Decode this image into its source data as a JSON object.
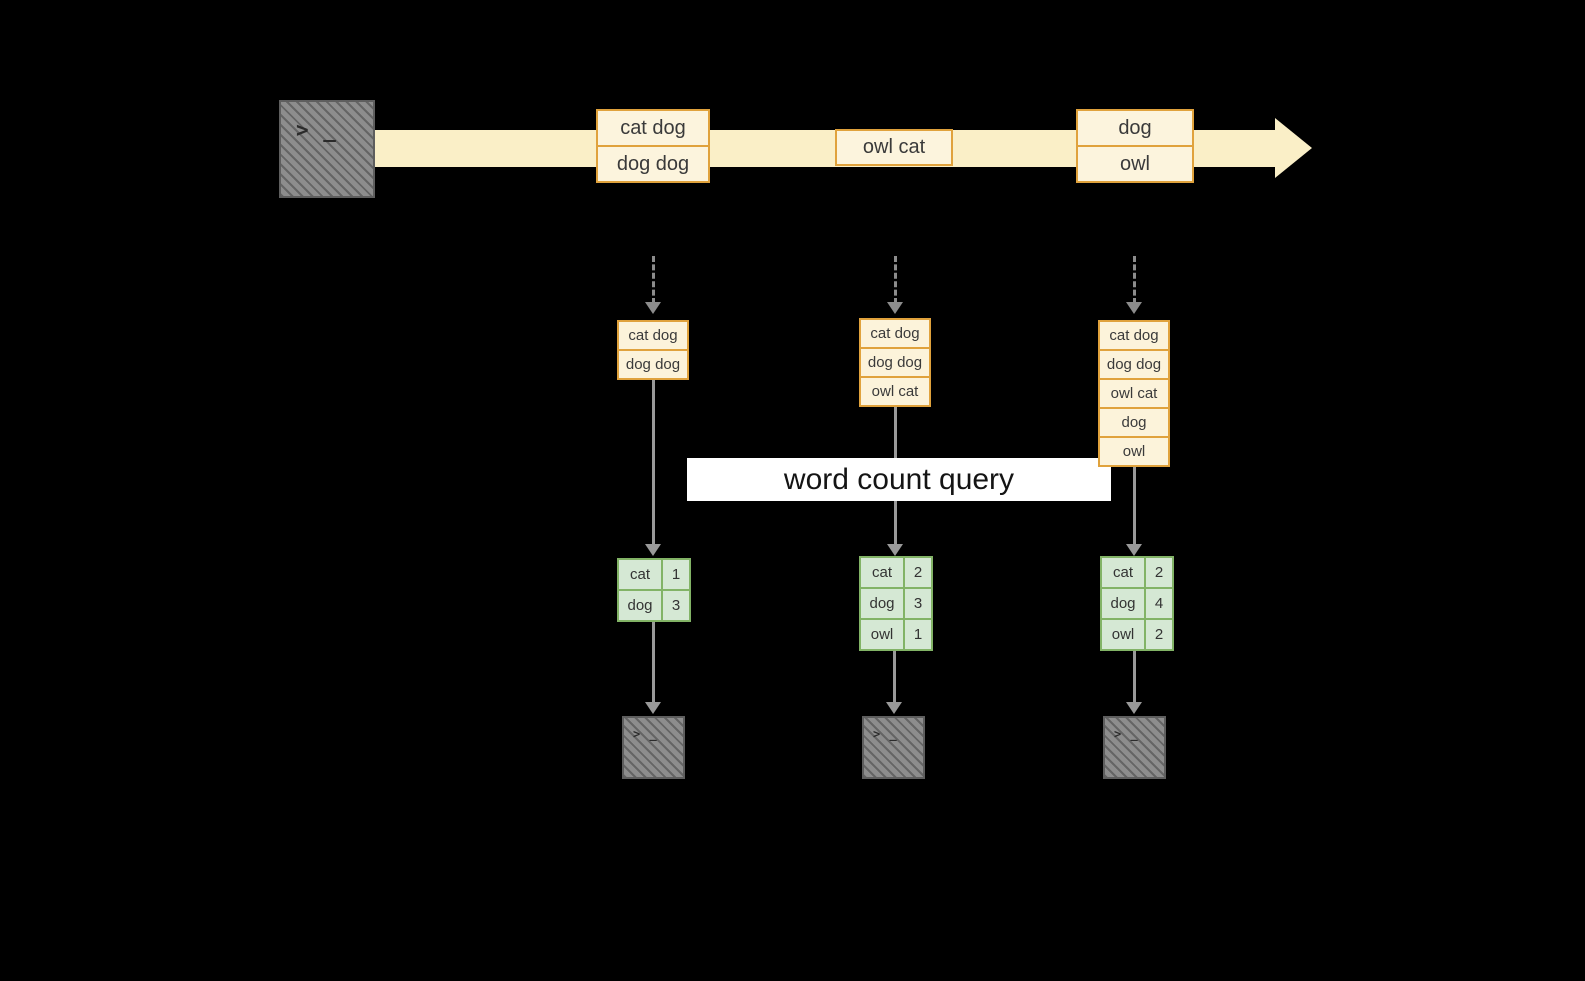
{
  "colors": {
    "background": "#000000",
    "stream_fill": "#faefc7",
    "event_border": "#e0a23c",
    "event_fill": "#fcf4dd",
    "table_border": "#82b366",
    "table_fill": "#d5e8d4",
    "arrow_gray": "#999999",
    "banner_bg": "#ffffff",
    "terminal_fill": "#8d8d8d"
  },
  "icons": {
    "prompt": "> _"
  },
  "stream": {
    "events": [
      {
        "lines": [
          "cat dog",
          "dog dog"
        ]
      },
      {
        "lines": [
          "owl cat"
        ]
      },
      {
        "lines": [
          "dog",
          "owl"
        ]
      }
    ]
  },
  "states": [
    {
      "items": [
        "cat dog",
        "dog dog"
      ]
    },
    {
      "items": [
        "cat dog",
        "dog dog",
        "owl cat"
      ]
    },
    {
      "items": [
        "cat dog",
        "dog dog",
        "owl cat",
        "dog",
        "owl"
      ]
    }
  ],
  "banner": {
    "label": "word count query"
  },
  "results": [
    {
      "rows": [
        [
          "cat",
          "1"
        ],
        [
          "dog",
          "3"
        ]
      ]
    },
    {
      "rows": [
        [
          "cat",
          "2"
        ],
        [
          "dog",
          "3"
        ],
        [
          "owl",
          "1"
        ]
      ]
    },
    {
      "rows": [
        [
          "cat",
          "2"
        ],
        [
          "dog",
          "4"
        ],
        [
          "owl",
          "2"
        ]
      ]
    }
  ]
}
